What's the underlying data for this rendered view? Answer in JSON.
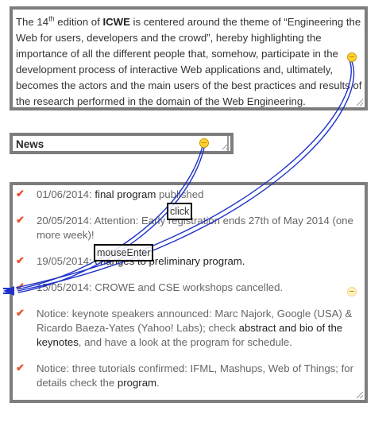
{
  "intro": {
    "p1": "The 14",
    "sup": "th",
    "p2": " edition of ",
    "bold": "ICWE",
    "p3": " is centered around the theme of “Engineering the Web for users, developers and the crowd”, hereby highlighting the importance of all the different people that, somehow, participate in the development process of interactive Web applications and, ultimately, becomes the actors and the main users of the best practices and results of the research performed in the domain of the Web Engineering."
  },
  "news": {
    "title": "News"
  },
  "news_items": [
    {
      "date": "01/06/2014",
      "pre": ": ",
      "link": "final program",
      "post": " published"
    },
    {
      "date": "20/05/2014",
      "pre": ": Attention: Early ",
      "link": "",
      "post": "registration ends 27th of May 2014 (one more week)!"
    },
    {
      "date": "19/05/2014",
      "pre": ": ",
      "link": "",
      "post": "changes to preliminary program."
    },
    {
      "date": "15/05/2014",
      "pre": ": ",
      "link": "",
      "post": "CROWE and CSE workshops cancelled."
    },
    {
      "date": "",
      "pre": "Notice: keynote speakers announced: Marc Najork, Google (USA) & Ricardo Baeza-Yates (Yahoo! Labs); check ",
      "link": "abstract and bio of the keynotes",
      "post": ", and have a look at the program for schedule."
    },
    {
      "date": "",
      "pre": "Notice: three tutorials confirmed: IFML, Mashups, Web of Things; for details check the ",
      "link": "program",
      "post": "."
    }
  ],
  "events": {
    "click": "click",
    "mouseenter": "mouseEnter"
  },
  "colors": {
    "border": "#7d7d7d",
    "check": "#e8502d",
    "arrow": "#1f33c9",
    "handle": "#ffd233"
  },
  "icons": {
    "check": "checkmark-icon",
    "handle": "connector-handle-icon",
    "resize": "resize-grip-icon"
  }
}
